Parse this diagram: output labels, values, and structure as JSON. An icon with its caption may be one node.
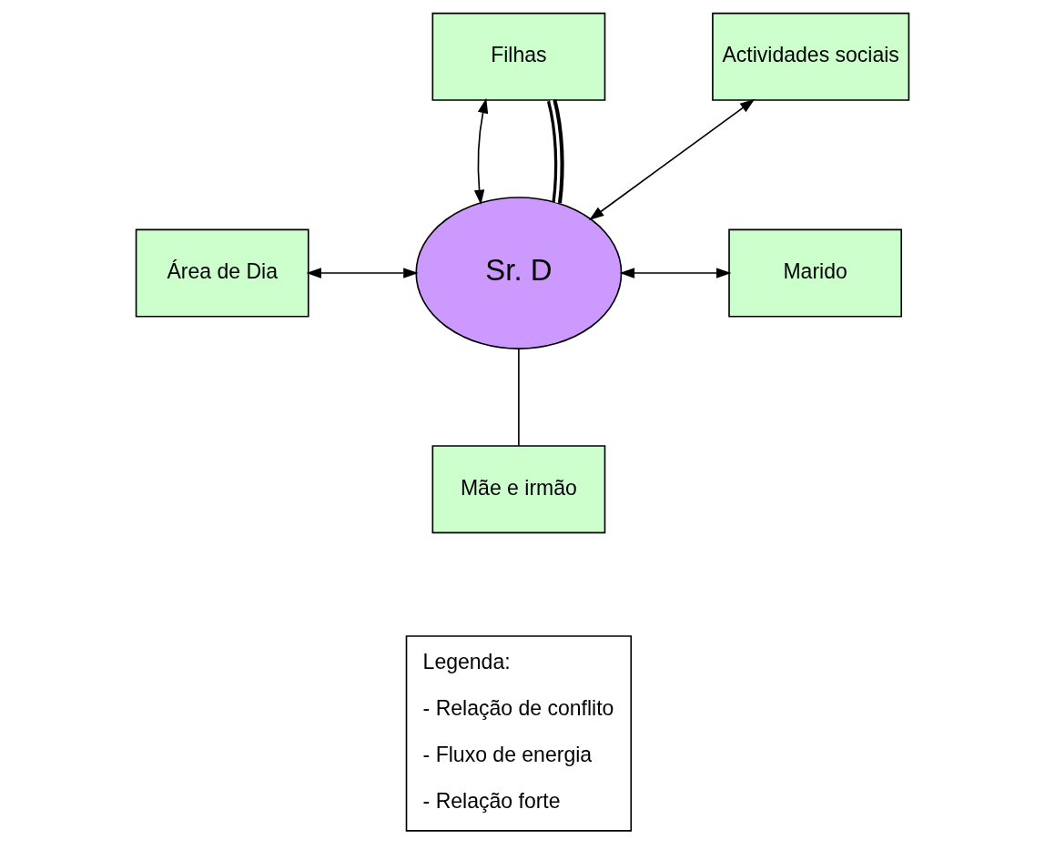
{
  "diagram": {
    "nodes": [
      {
        "text": [
          "Filhas"
        ]
      },
      {
        "text": [
          "Actividades sociais"
        ]
      },
      {
        "text": [
          "Sr. D"
        ]
      },
      {
        "text": [
          "Marido"
        ]
      },
      {
        "text": [
          "Área de Dia"
        ]
      },
      {
        "text": [
          "Mãe e irmão"
        ]
      }
    ],
    "edges": [
      {
        "from": 0,
        "to": 2,
        "arrow": "both"
      },
      {
        "from": 0,
        "to": 2,
        "arrow": "none",
        "style": "thick"
      },
      {
        "from": 1,
        "to": 2,
        "arrow": "both"
      },
      {
        "from": 2,
        "to": 3,
        "arrow": "both"
      },
      {
        "from": 4,
        "to": 2,
        "arrow": "both"
      },
      {
        "from": 2,
        "to": 5,
        "arrow": "none"
      }
    ],
    "labels": [
      "Legenda:"
    ],
    "legend": [
      {
        "text": "- Relação de conflito"
      },
      {
        "text": "- Fluxo de energia"
      },
      {
        "text": "- Relação forte"
      }
    ]
  }
}
